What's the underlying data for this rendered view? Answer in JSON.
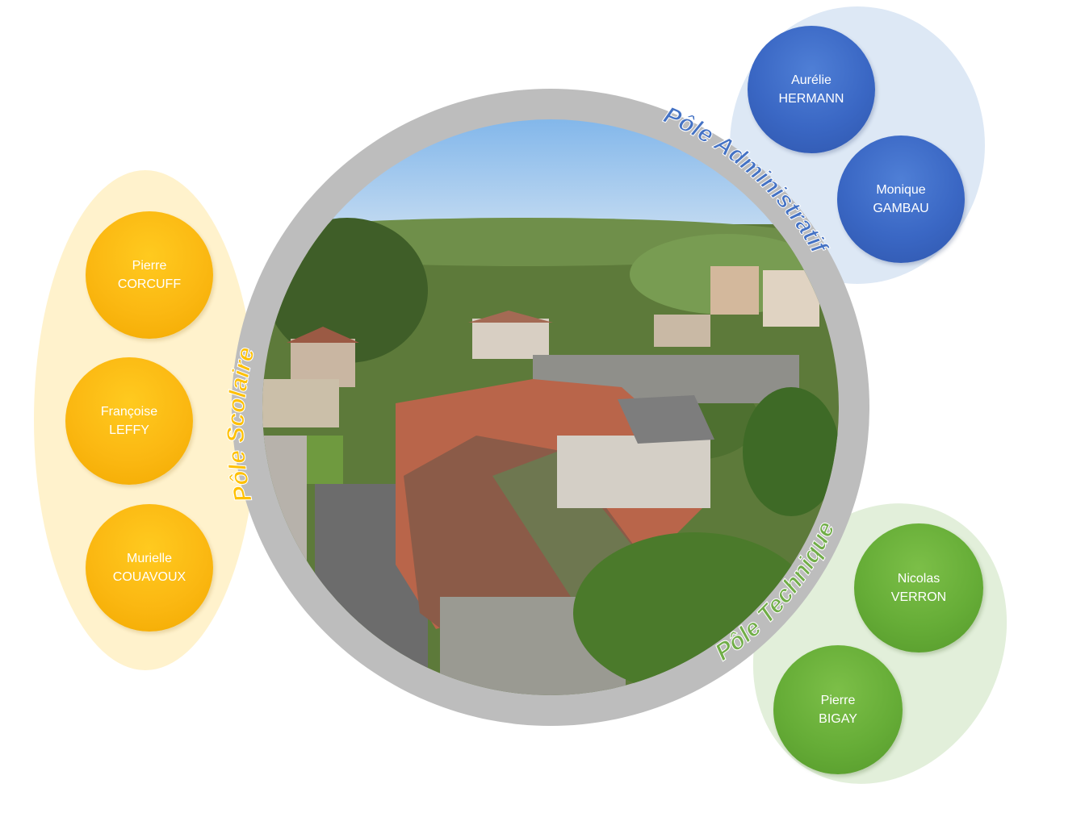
{
  "poles": {
    "administratif": {
      "label": "Pôle Administratif",
      "color": "#4472c4",
      "members": [
        {
          "first": "Aurélie",
          "last": "HERMANN"
        },
        {
          "first": "Monique",
          "last": "GAMBAU"
        }
      ]
    },
    "technique": {
      "label": "Pôle Technique",
      "color": "#70ad47",
      "members": [
        {
          "first": "Nicolas",
          "last": "VERRON"
        },
        {
          "first": "Pierre",
          "last": "BIGAY"
        }
      ]
    },
    "scolaire": {
      "label": "Pôle Scolaire",
      "color": "#ffc000",
      "members": [
        {
          "first": "Pierre",
          "last": "CORCUFF"
        },
        {
          "first": "Françoise",
          "last": "LEFFY"
        },
        {
          "first": "Murielle",
          "last": "COUAVOUX"
        }
      ]
    }
  },
  "center_image": {
    "subject": "aerial village photo",
    "ring_color": "#bfbfbf"
  }
}
